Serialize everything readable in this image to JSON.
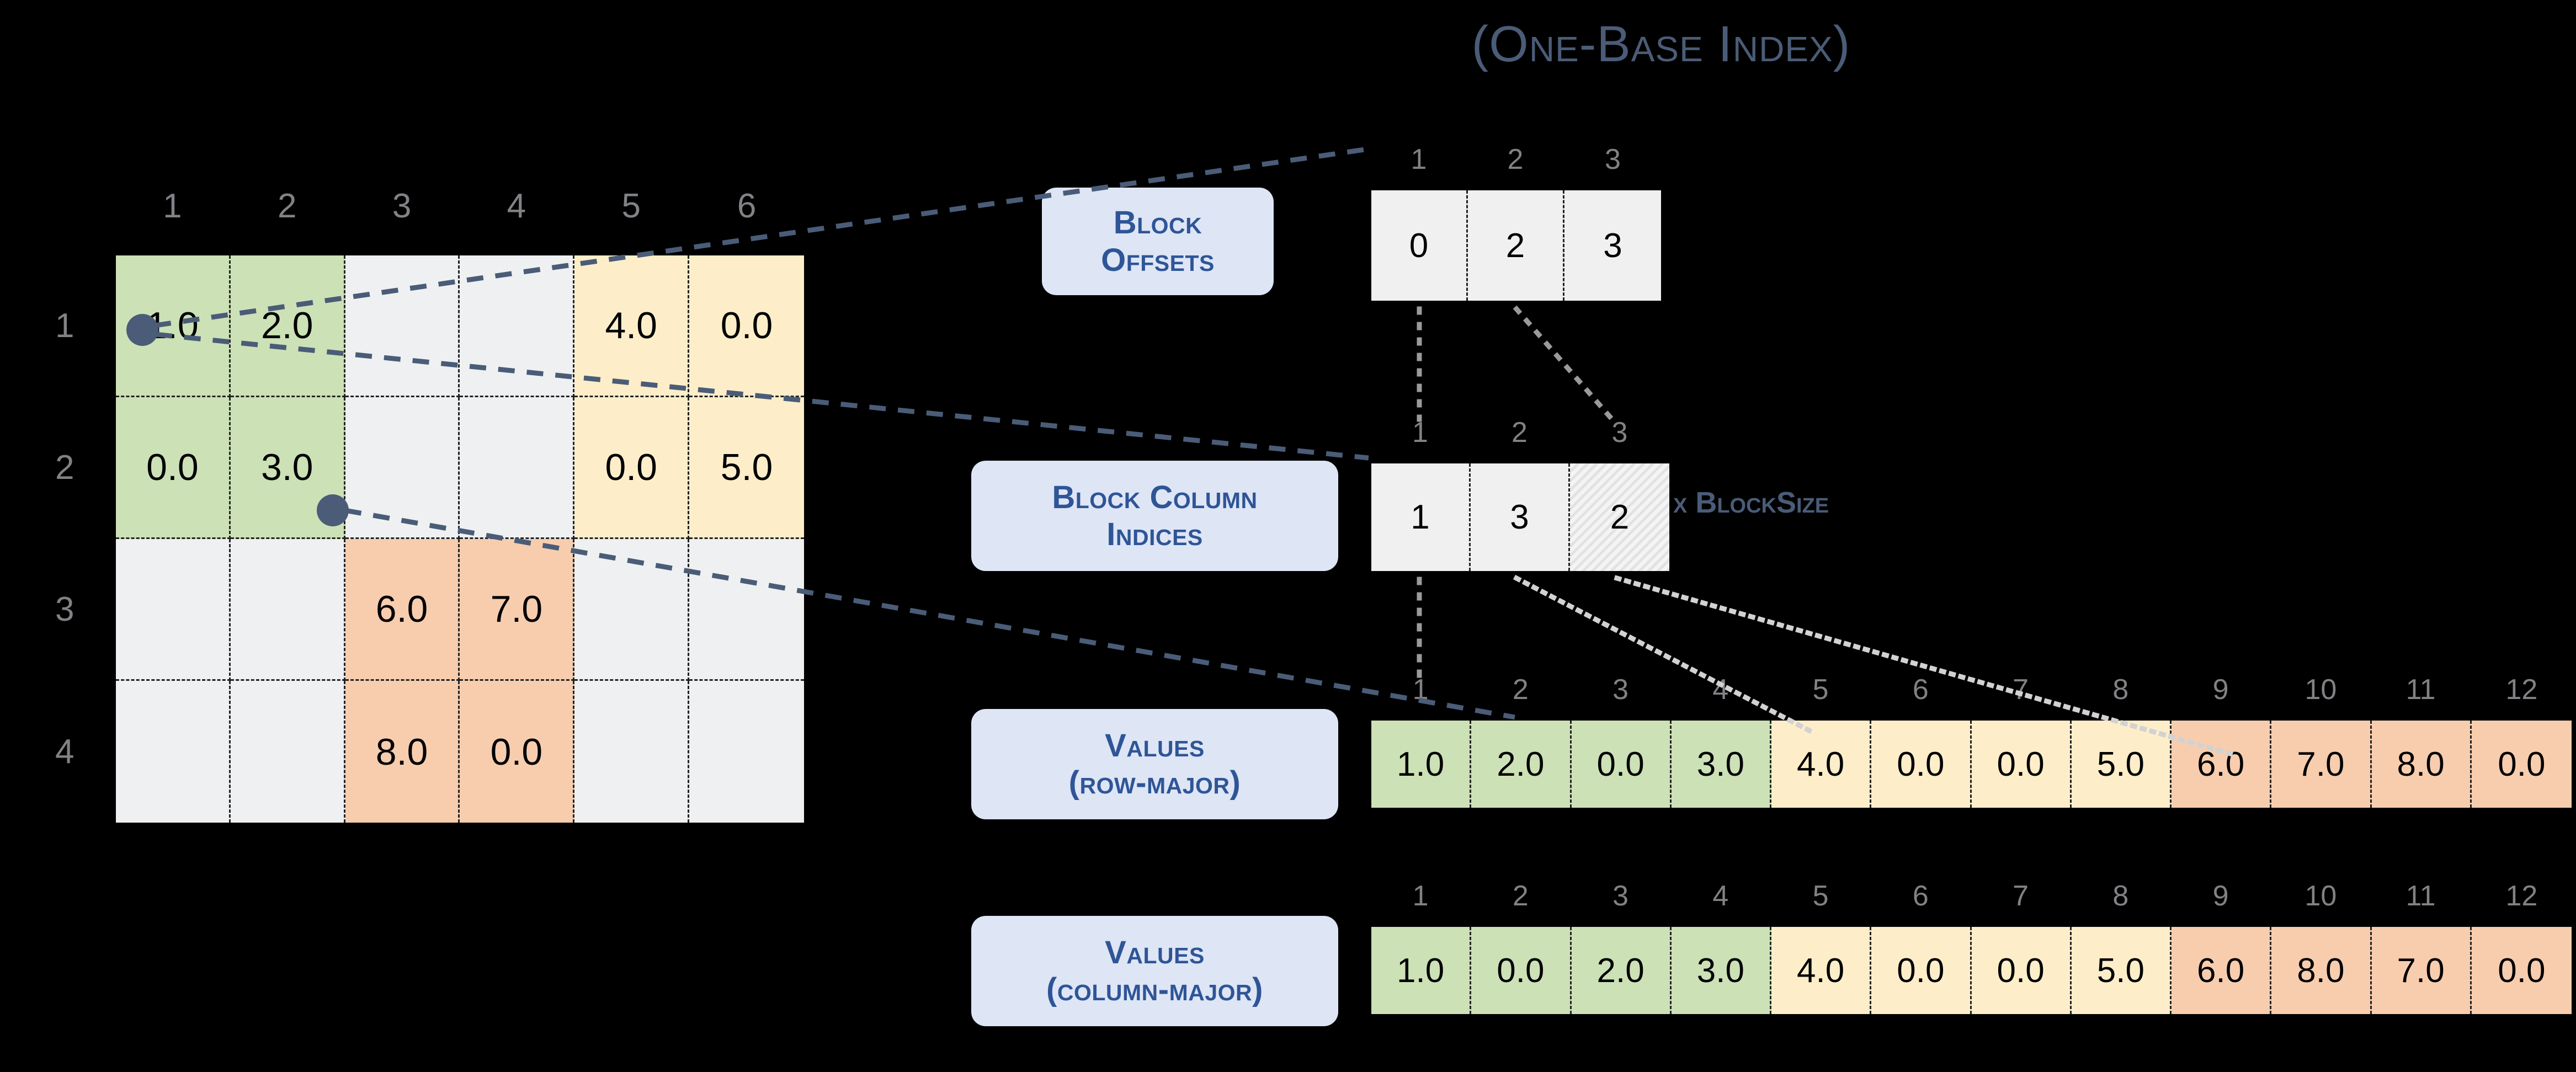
{
  "title": "(One-Base Index)",
  "colors": {
    "background": "#000000",
    "green": "#cce1b6",
    "yellow": "#fdeec9",
    "orange": "#f7cdae",
    "neutral": "#f0f0f0",
    "pill_bg": "#dee5f5",
    "pill_text": "#2e5597",
    "accent_line": "#4a5c77",
    "index_label": "#808285"
  },
  "matrix": {
    "name": "sparse-matrix",
    "rows": 4,
    "cols": 6,
    "column_headers": [
      "1",
      "2",
      "3",
      "4",
      "5",
      "6"
    ],
    "row_headers": [
      "1",
      "2",
      "3",
      "4"
    ],
    "cells": [
      [
        {
          "v": "1.0",
          "c": "green"
        },
        {
          "v": "2.0",
          "c": "green"
        },
        {
          "v": "",
          "c": "blank"
        },
        {
          "v": "",
          "c": "blank"
        },
        {
          "v": "4.0",
          "c": "yellow"
        },
        {
          "v": "0.0",
          "c": "yellow"
        }
      ],
      [
        {
          "v": "0.0",
          "c": "green"
        },
        {
          "v": "3.0",
          "c": "green"
        },
        {
          "v": "",
          "c": "blank"
        },
        {
          "v": "",
          "c": "blank"
        },
        {
          "v": "0.0",
          "c": "yellow"
        },
        {
          "v": "5.0",
          "c": "yellow"
        }
      ],
      [
        {
          "v": "",
          "c": "blank"
        },
        {
          "v": "",
          "c": "blank"
        },
        {
          "v": "6.0",
          "c": "orange"
        },
        {
          "v": "7.0",
          "c": "orange"
        },
        {
          "v": "",
          "c": "blank"
        },
        {
          "v": "",
          "c": "blank"
        }
      ],
      [
        {
          "v": "",
          "c": "blank"
        },
        {
          "v": "",
          "c": "blank"
        },
        {
          "v": "8.0",
          "c": "orange"
        },
        {
          "v": "0.0",
          "c": "orange"
        },
        {
          "v": "",
          "c": "blank"
        },
        {
          "v": "",
          "c": "blank"
        }
      ]
    ]
  },
  "block_offsets": {
    "label_line1": "Block",
    "label_line2": "Offsets",
    "indices": [
      "1",
      "2",
      "3"
    ],
    "values": [
      "0",
      "2",
      "3"
    ],
    "cell_styles": [
      "plain",
      "plain",
      "plain"
    ]
  },
  "block_column_indices": {
    "label_line1": "Block Column",
    "label_line2": "Indices",
    "indices": [
      "1",
      "2",
      "3"
    ],
    "values": [
      "1",
      "3",
      "2"
    ],
    "cell_styles": [
      "plain",
      "plain",
      "hatch"
    ],
    "annotation": "x BlockSize"
  },
  "values_row_major": {
    "label_line1": "Values",
    "label_line2": "(row-major)",
    "indices": [
      "1",
      "2",
      "3",
      "4",
      "5",
      "6",
      "7",
      "8",
      "9",
      "10",
      "11",
      "12"
    ],
    "values": [
      "1.0",
      "2.0",
      "0.0",
      "3.0",
      "4.0",
      "0.0",
      "0.0",
      "5.0",
      "6.0",
      "7.0",
      "8.0",
      "0.0"
    ],
    "cell_styles": [
      "green",
      "green",
      "green",
      "green",
      "yellow",
      "yellow",
      "yellow",
      "yellow",
      "orange",
      "orange",
      "orange",
      "orange"
    ]
  },
  "values_column_major": {
    "label_line1": "Values",
    "label_line2": "(column-major)",
    "indices": [
      "1",
      "2",
      "3",
      "4",
      "5",
      "6",
      "7",
      "8",
      "9",
      "10",
      "11",
      "12"
    ],
    "values": [
      "1.0",
      "0.0",
      "2.0",
      "3.0",
      "4.0",
      "0.0",
      "0.0",
      "5.0",
      "6.0",
      "8.0",
      "7.0",
      "0.0"
    ],
    "cell_styles": [
      "green",
      "green",
      "green",
      "green",
      "yellow",
      "yellow",
      "yellow",
      "yellow",
      "orange",
      "orange",
      "orange",
      "orange"
    ]
  }
}
